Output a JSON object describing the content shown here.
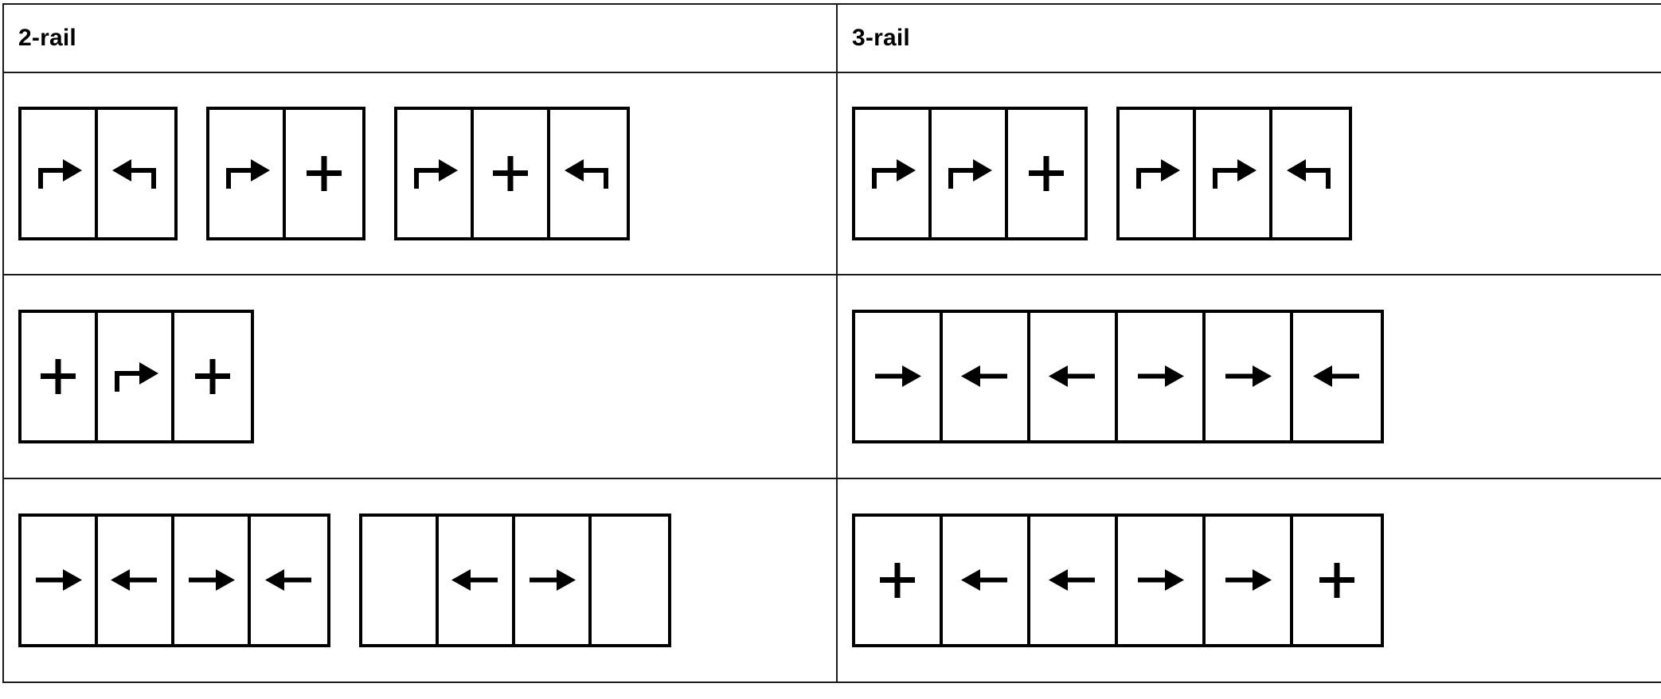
{
  "table": {
    "columns": [
      {
        "key": "two_rail",
        "title": "2-rail"
      },
      {
        "key": "three_rail",
        "title": "3-rail"
      }
    ],
    "glyph_names": {
      "elbow_right": "elbow-arrow-right-icon",
      "elbow_left": "elbow-arrow-left-icon",
      "plus": "plus-icon",
      "arrow_right": "arrow-right-icon",
      "arrow_left": "arrow-left-icon",
      "empty": "empty-cell"
    },
    "colors": {
      "ink": "#000000",
      "border": "#1a1a1a",
      "background": "#ffffff"
    },
    "rows": [
      {
        "two_rail": [
          {
            "cells": [
              "elbow_right",
              "elbow_left"
            ]
          },
          {
            "cells": [
              "elbow_right",
              "plus"
            ]
          },
          {
            "cells": [
              "elbow_right",
              "plus",
              "elbow_left"
            ]
          }
        ],
        "three_rail": [
          {
            "cells": [
              "elbow_right",
              "elbow_right",
              "plus"
            ]
          },
          {
            "cells": [
              "elbow_right",
              "elbow_right",
              "elbow_left"
            ]
          }
        ]
      },
      {
        "two_rail": [
          {
            "cells": [
              "plus",
              "elbow_right",
              "plus"
            ]
          }
        ],
        "three_rail": [
          {
            "wide": true,
            "cells": [
              "arrow_right",
              "arrow_left",
              "arrow_left",
              "arrow_right",
              "arrow_right",
              "arrow_left"
            ]
          }
        ]
      },
      {
        "two_rail": [
          {
            "cells": [
              "arrow_right",
              "arrow_left",
              "arrow_right",
              "arrow_left"
            ]
          },
          {
            "cells": [
              "empty",
              "arrow_left",
              "arrow_right",
              "empty"
            ]
          }
        ],
        "three_rail": [
          {
            "wide": true,
            "cells": [
              "plus",
              "arrow_left",
              "arrow_left",
              "arrow_right",
              "arrow_right",
              "plus"
            ]
          }
        ]
      }
    ]
  }
}
